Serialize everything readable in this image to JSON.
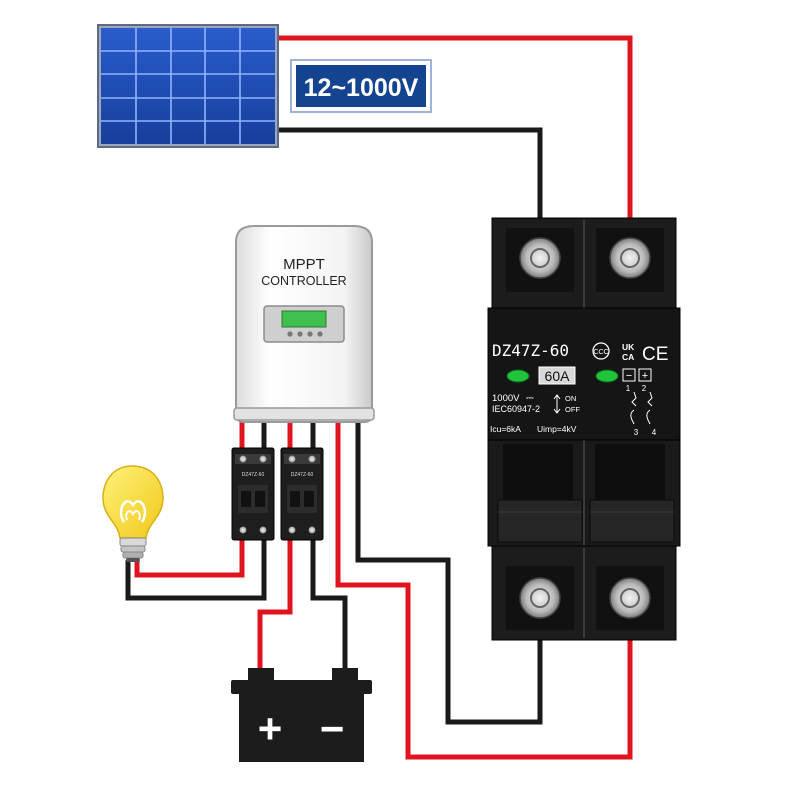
{
  "voltage_label": "12~1000V",
  "controller": {
    "line1": "MPPT",
    "line2": "CONTROLLER"
  },
  "breaker": {
    "model": "DZ47Z-60",
    "rating": "60A",
    "voltage": "1000V",
    "voltage_symbol": "⎓",
    "standard": "IEC60947-2",
    "on_label": "ON",
    "off_label": "OFF",
    "icu": "Icu=6kA",
    "uimp": "Uimp=4kV",
    "mark_ukca_1": "UK",
    "mark_ukca_2": "CA",
    "mark_ce": "CE",
    "terminal_minus": "−",
    "terminal_plus": "+",
    "term_1": "1",
    "term_2": "2",
    "term_3": "3",
    "term_4": "4"
  },
  "small_breaker_label": "DZ47Z-60",
  "battery": {
    "plus": "+",
    "minus": "−"
  },
  "colors": {
    "wire_red": "#e0141e",
    "wire_black": "#1a1a1a",
    "panel_blue": "#1f4fb4",
    "label_blue": "#14438f",
    "breaker_body": "#1c1c1c",
    "led_green": "#22c33c",
    "bulb_yellow": "#f4d62a"
  }
}
